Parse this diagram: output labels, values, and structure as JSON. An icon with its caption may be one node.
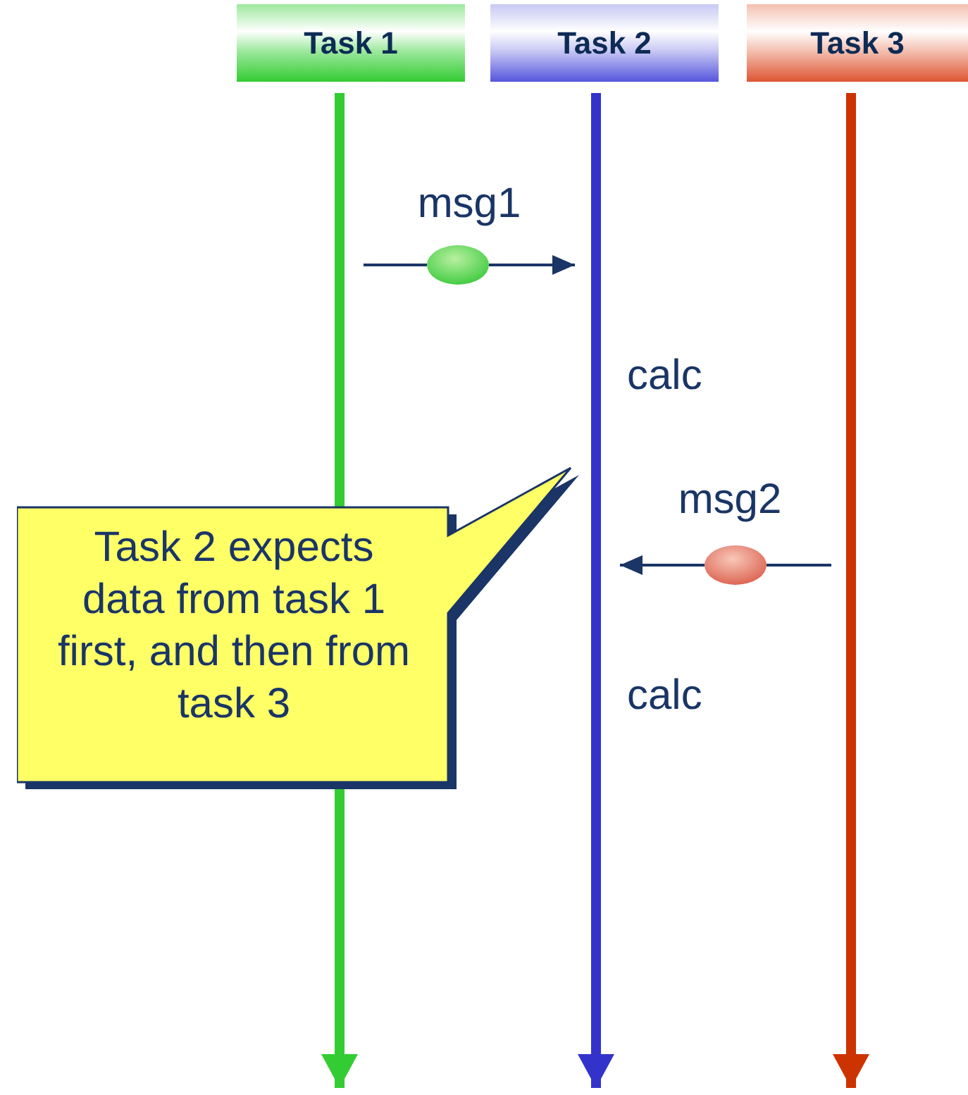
{
  "diagram": {
    "nodes": [
      {
        "text": [
          "Task 1"
        ]
      },
      {
        "text": [
          "Task 2"
        ]
      },
      {
        "text": [
          "Task 3"
        ]
      },
      {
        "text": [
          "msg1"
        ]
      },
      {
        "text": [
          "Task 2 expects data from task 1 first, and then from task 3"
        ]
      },
      {
        "text": [
          "msg2"
        ]
      }
    ],
    "edges": [
      {
        "from": 0,
        "to": null,
        "arrow": "to",
        "style": "thick",
        "color": "#33cc33"
      },
      {
        "from": 1,
        "to": null,
        "arrow": "to",
        "style": "thick",
        "color": "#3333cc"
      },
      {
        "from": 2,
        "to": null,
        "arrow": "to",
        "style": "thick",
        "color": "#cc3300"
      },
      {
        "from": null,
        "to": 3,
        "arrow": "none"
      },
      {
        "from": 3,
        "to": null,
        "arrow": "to"
      },
      {
        "from": null,
        "to": 5,
        "arrow": "none"
      },
      {
        "from": 5,
        "to": null,
        "arrow": "to"
      }
    ],
    "labels": [
      "calc",
      "calc"
    ]
  }
}
